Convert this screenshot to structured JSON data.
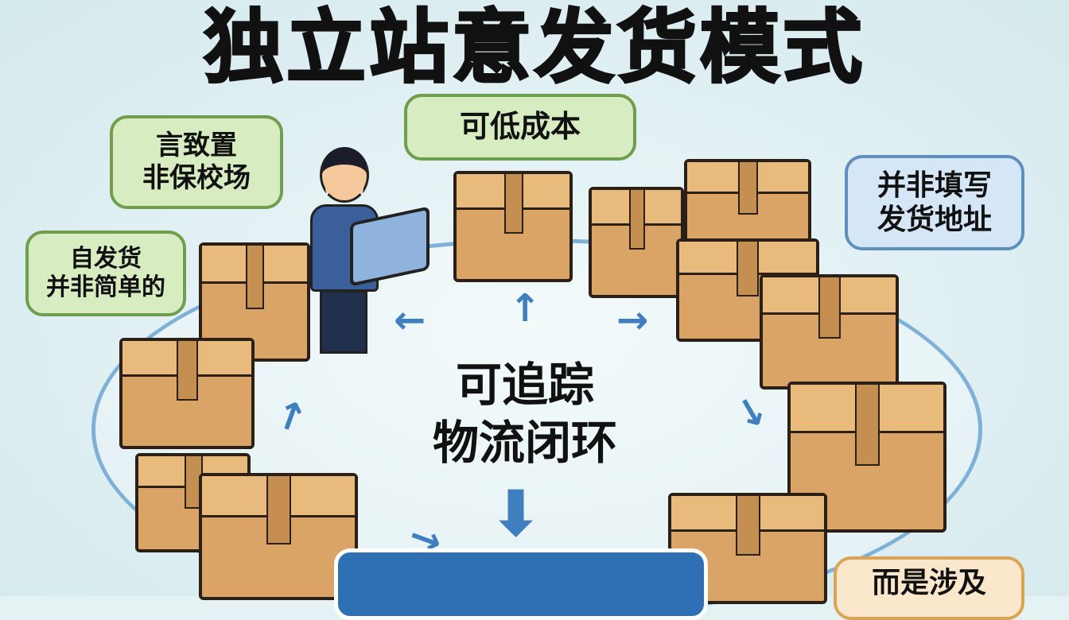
{
  "title": "独立站意发货模式",
  "bubbles": {
    "top_center": "可低成本",
    "top_left": [
      "言致置",
      "非保校场"
    ],
    "left": [
      "自发货",
      "并非简单的"
    ],
    "right": [
      "并非填写",
      "发货地址"
    ],
    "bottom_right": "而是涉及"
  },
  "center": [
    "可追踪",
    "物流闭环"
  ],
  "colors": {
    "green_bubble": "#d7ecc1",
    "blue_bubble": "#d5e7f6",
    "arrow": "#3f7fc0",
    "box": "#d9a465"
  }
}
